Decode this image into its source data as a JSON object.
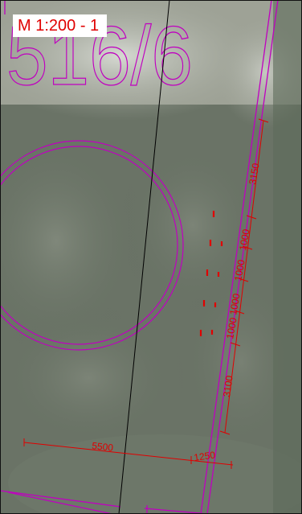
{
  "scale_label": "M 1:200 - 1",
  "parcel_number": "516/6",
  "dimensions": {
    "top_right": "3150",
    "seg_1": "1000",
    "seg_2": "1000",
    "seg_3": "1000",
    "seg_4": "1000",
    "bottom_right": "3100",
    "bottom_left": "5500",
    "bottom_small": "1250"
  },
  "colors": {
    "boundary": "#c000c0",
    "dimension": "#e00000",
    "centerline": "#000000",
    "scale_text": "#e00000"
  }
}
